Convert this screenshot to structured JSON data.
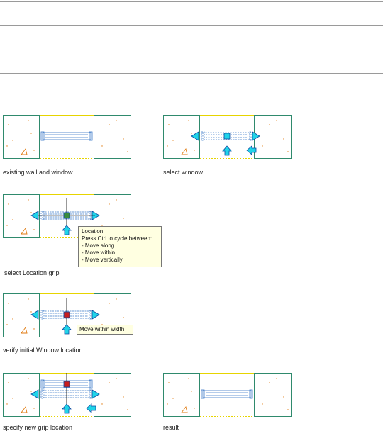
{
  "colors": {
    "wall_stroke": "#2f8a6d",
    "window_stroke": "#3a78c8",
    "boundary": "#e6d400",
    "grip_fill": "#20d4e8",
    "grip_stroke": "#0a4aa0",
    "selected_grip": "#c81e1e",
    "hover_grip": "#3c8c3c",
    "hatch": "#e07a10",
    "tooltip_bg": "#ffffe1"
  },
  "panels": [
    {
      "id": "existing",
      "caption": "existing wall and window",
      "state": "plain"
    },
    {
      "id": "select-window",
      "caption": "select window",
      "state": "grips"
    },
    {
      "id": "select-location-grip",
      "caption": "select Location grip",
      "state": "hover",
      "tooltip": {
        "title": "Location",
        "line1": "Press Ctrl to cycle between:",
        "line2": "- Move along",
        "line3": "- Move within",
        "line4": "- Move vertically"
      }
    },
    {
      "id": "verify-location",
      "caption": "verify initial Window location",
      "state": "within",
      "tooltip": {
        "title": "Move within width"
      }
    },
    {
      "id": "specify-new-location",
      "caption": "specify new grip location",
      "state": "moved"
    },
    {
      "id": "result",
      "caption": "result",
      "state": "result"
    }
  ]
}
